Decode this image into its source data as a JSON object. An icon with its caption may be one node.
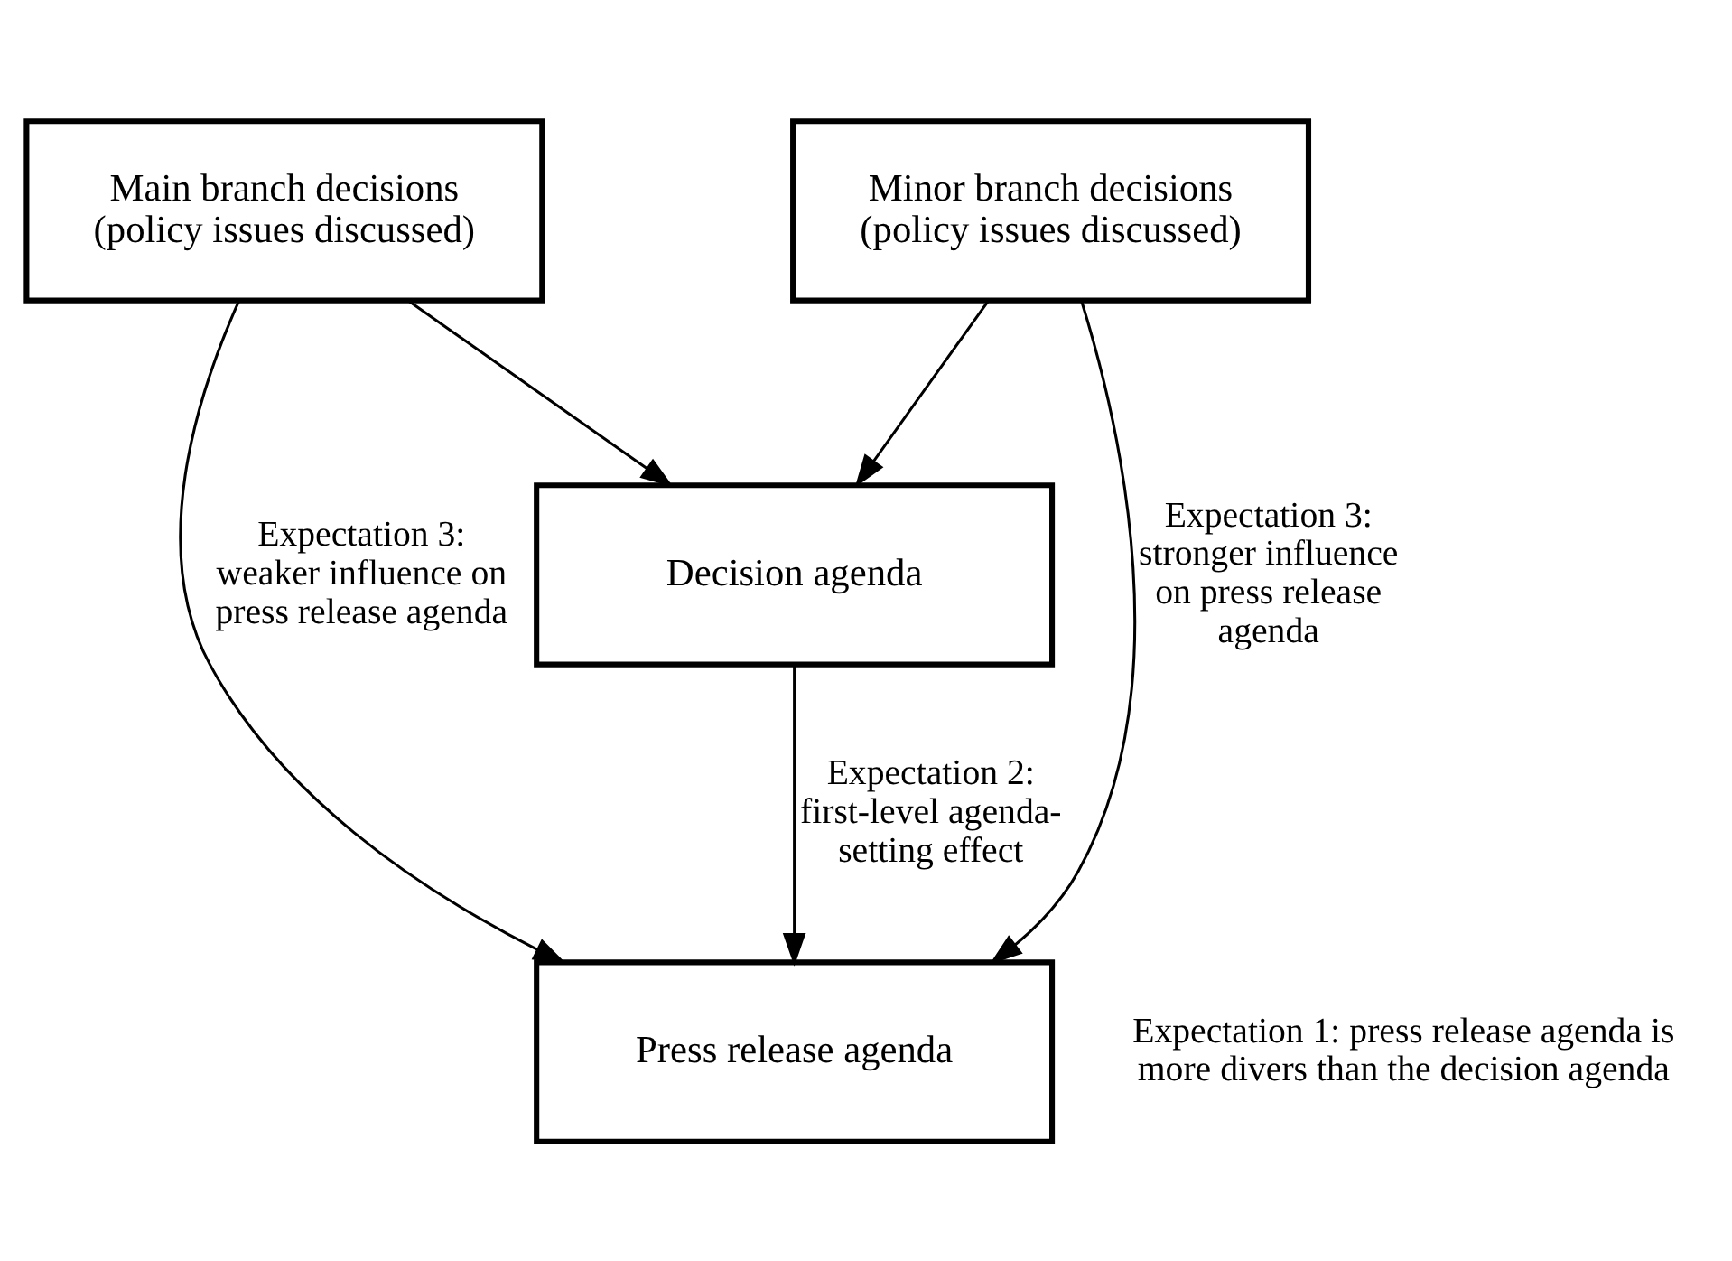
{
  "diagram": {
    "nodes": [
      {
        "text": [
          "Main branch decisions (policy issues discussed)"
        ]
      },
      {
        "text": [
          "Minor branch decisions (policy issues discussed)"
        ]
      },
      {
        "text": [
          "Decision agenda"
        ]
      },
      {
        "text": [
          "Press release agenda"
        ],
        "beside": [
          "Expectation 1: press release agenda is more divers than the decision agenda"
        ]
      }
    ],
    "edges": [
      {
        "from": 0,
        "to": 2,
        "arrow": "to"
      },
      {
        "from": 1,
        "to": 2,
        "arrow": "to"
      },
      {
        "from": 2,
        "to": 3,
        "arrow": "to",
        "label": "Expectation 2: first-level agenda-setting effect"
      },
      {
        "from": 0,
        "to": 3,
        "arrow": "to",
        "label": "Expectation 3: weaker influence on press release agenda"
      },
      {
        "from": 1,
        "to": 3,
        "arrow": "to",
        "label": "Expectation 3: stronger influence on press release agenda"
      }
    ]
  }
}
